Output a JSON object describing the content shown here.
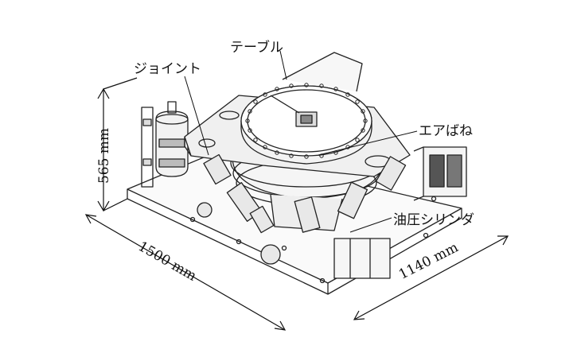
{
  "labels": {
    "table": "テーブル",
    "joint": "ジョイント",
    "air_spring": "エアばね",
    "hydraulic_cylinder": "油圧シリンダ"
  },
  "dimensions": {
    "height": "565 mm",
    "width": "1500 mm",
    "depth": "1140 mm"
  }
}
